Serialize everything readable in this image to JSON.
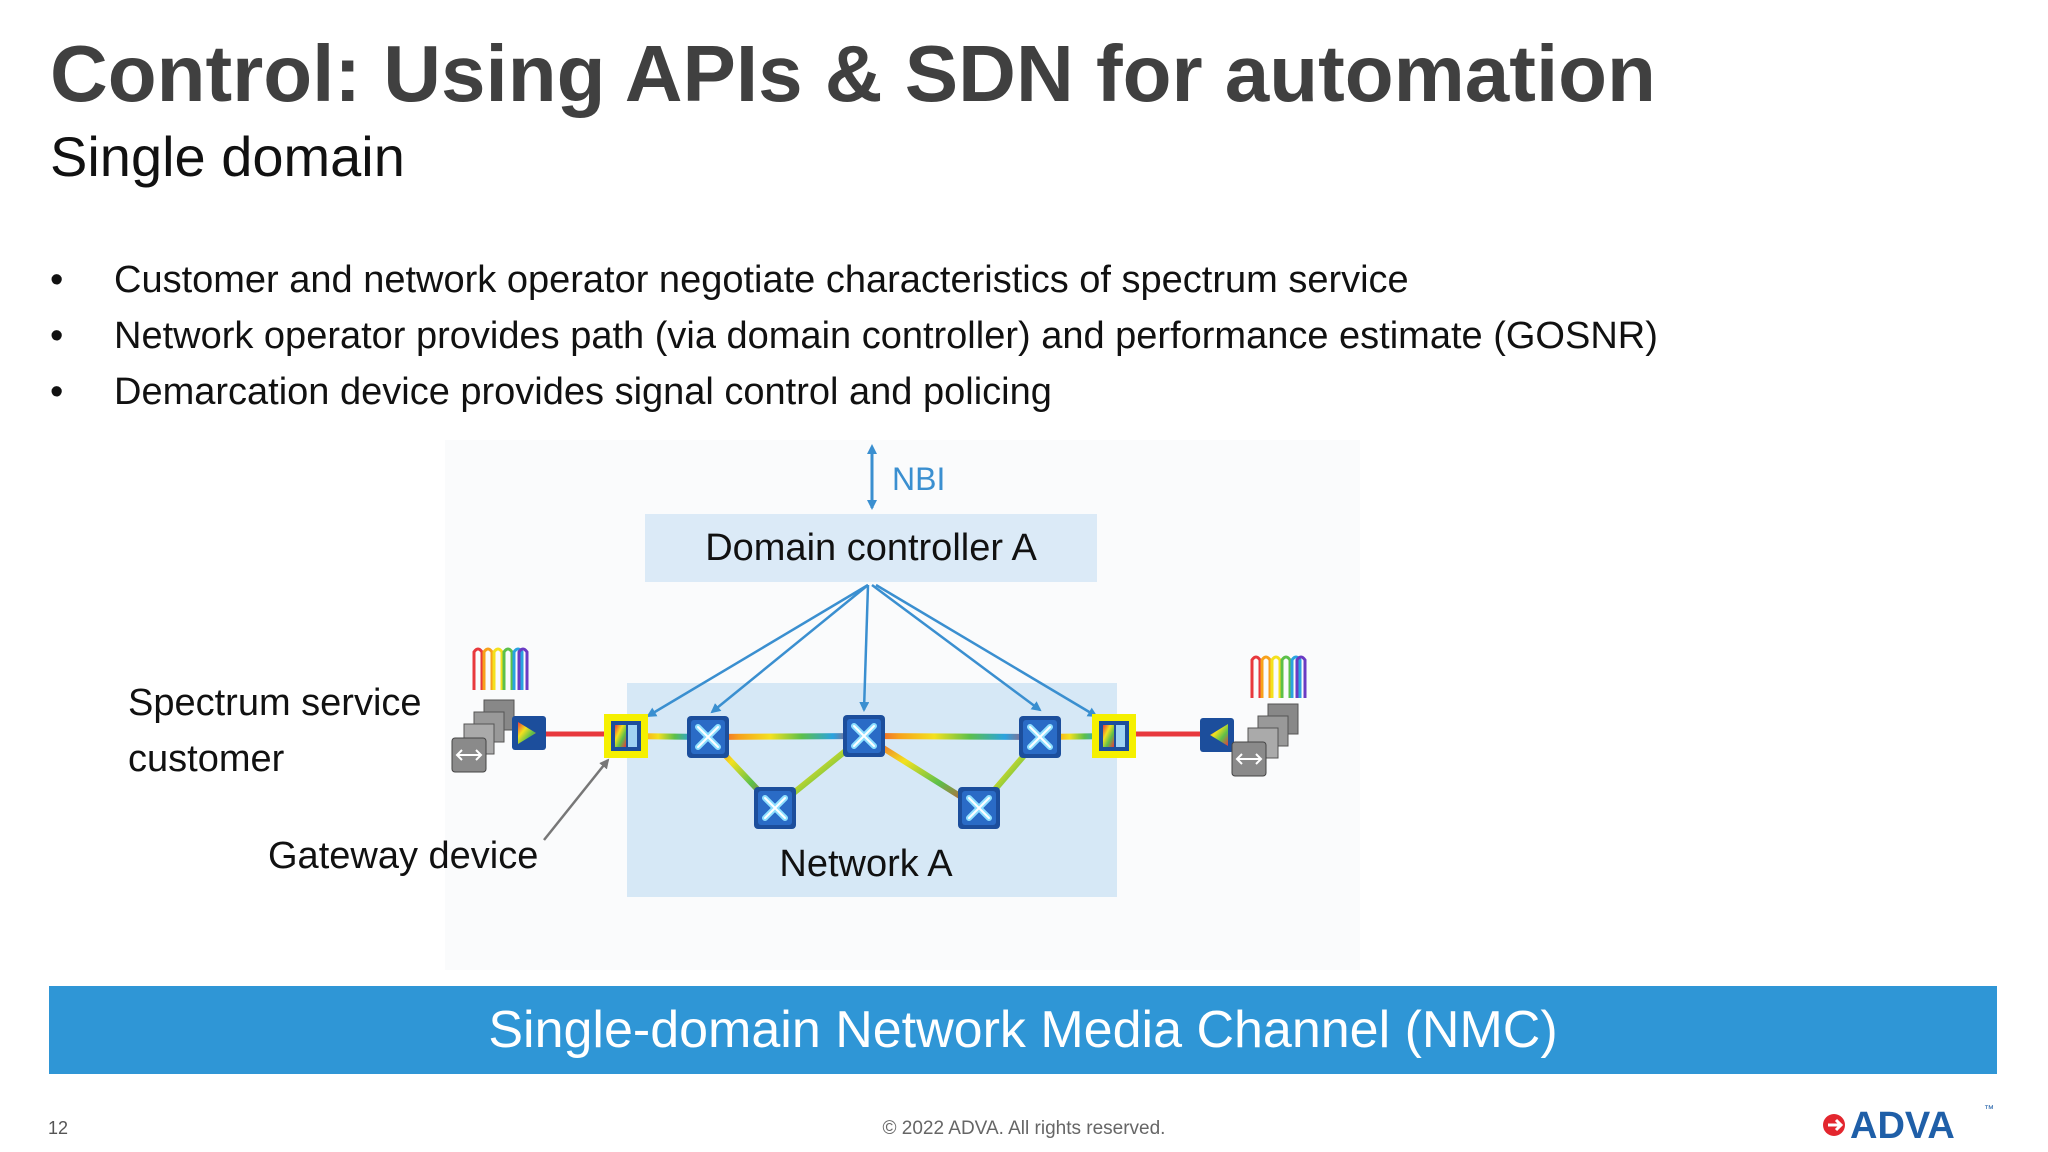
{
  "slide": {
    "title": "Control: Using APIs & SDN for automation",
    "subtitle": "Single domain"
  },
  "bullets": [
    "Customer and network operator negotiate characteristics of spectrum service",
    "Network operator provides path (via domain controller) and performance estimate (GOSNR)",
    "Demarcation device provides signal control and policing"
  ],
  "diagram": {
    "nbi_label": "NBI",
    "controller_label": "Domain controller A",
    "network_label": "Network A",
    "customer_label_line1": "Spectrum service",
    "customer_label_line2": "customer",
    "gateway_label": "Gateway device"
  },
  "banner": {
    "text": "Single-domain Network Media Channel (NMC)"
  },
  "footer": {
    "page_number": "12",
    "copyright": "© 2022 ADVA. All rights reserved.",
    "logo_text": "ADVA",
    "logo_tm": "™"
  },
  "colors": {
    "title": "#404040",
    "accent_blue": "#2f96d6",
    "controller_box": "#dbeaf7",
    "network_box": "#d6e8f6",
    "arrow_blue": "#3a8fd0",
    "gateway_highlight": "#f5f000",
    "logo_red": "#e3262e",
    "logo_blue": "#1f5fa8"
  }
}
